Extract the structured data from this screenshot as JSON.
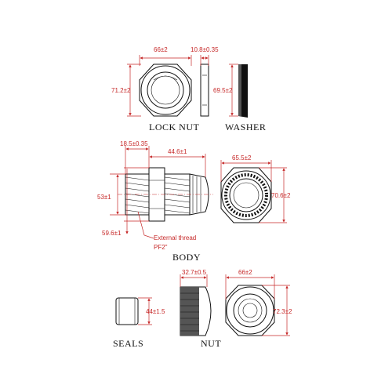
{
  "labels": {
    "lock_nut": "LOCK NUT",
    "washer": "WASHER",
    "body": "BODY",
    "seals": "SEALS",
    "nut": "NUT"
  },
  "dimensions": {
    "locknut_width": "66±2",
    "locknut_height": "71.2±2",
    "washer_thickness": "10.8±0.35",
    "washer_height": "69.5±2",
    "body_thread_length": "18.5±0.35",
    "body_length": "44.6±1",
    "body_thread_dia": "53±1",
    "body_base_dia": "59.6±1",
    "body_end_width": "65.5±2",
    "body_end_height": "70.6±2",
    "external_thread": "External thread",
    "thread_type": "PF2\"",
    "nut_length": "32.7±0.5",
    "nut_width": "66±2",
    "nut_height": "72.3±2",
    "seal_height": "44±1.5"
  },
  "colors": {
    "dimension": "#c62828",
    "outline": "#111111"
  }
}
